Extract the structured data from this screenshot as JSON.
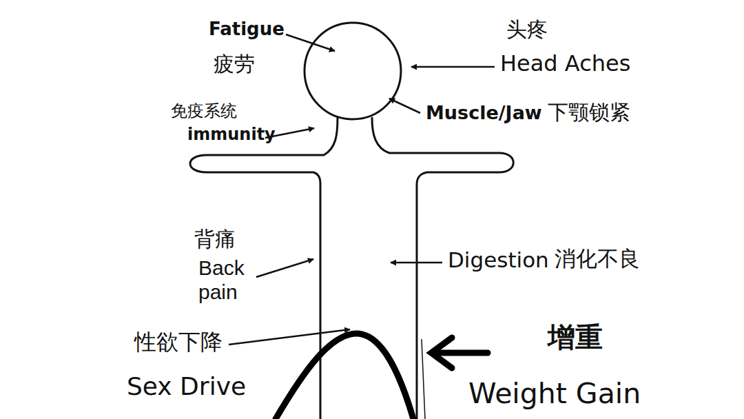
{
  "diagram": {
    "labels": [
      "Fatigue",
      "疲劳",
      "头疼",
      "Head Aches",
      "免疫系统",
      "immunity",
      "Muscle/Jaw",
      "下颚锁紧",
      "背痛",
      "Back pain",
      "Digestion",
      "消化不良",
      "性欲下降",
      "增重",
      "Sex Drive",
      "Weight Gain"
    ]
  }
}
